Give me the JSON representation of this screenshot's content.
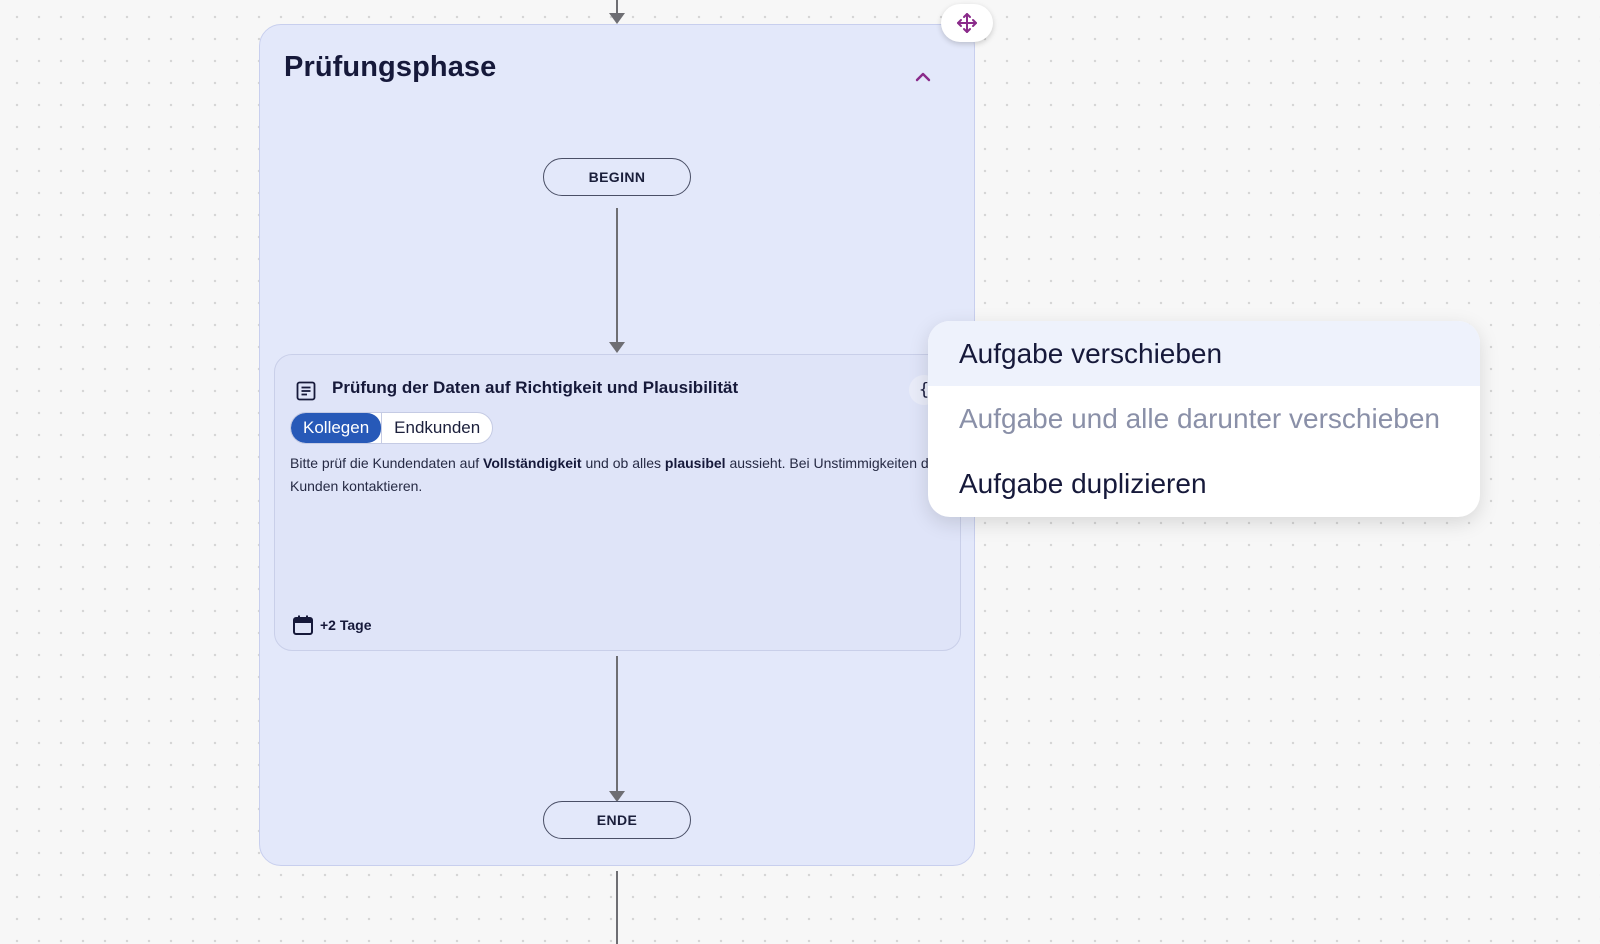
{
  "phase": {
    "title": "Prüfungsphase",
    "collapse_icon": "chevron-up-icon",
    "move_icon": "move-arrows-icon",
    "accent_color": "#8a2a8a"
  },
  "flow": {
    "start_label": "BEGINN",
    "end_label": "ENDE"
  },
  "task": {
    "icon": "document-lines-icon",
    "title": "Prüfung der Daten auf Richtigkeit und Plausibilität",
    "side_icon": "curly-brace-icon",
    "side_icon_text": "{",
    "assignees": [
      {
        "label": "Kollegen",
        "active": true
      },
      {
        "label": "Endkunden",
        "active": false
      }
    ],
    "assignee_active_color": "#2759b8",
    "description": {
      "part1": "Bitte prüf die Kundendaten auf ",
      "bold1": "Vollständigkeit",
      "part2": " und ob alles ",
      "bold2": "plausibel",
      "part3": " aussieht. Bei Unstimmigkeiten den Kunden kontaktieren."
    },
    "due_icon": "calendar-icon",
    "due_label": "+2 Tage"
  },
  "context_menu": {
    "items": [
      {
        "label": "Aufgabe verschieben",
        "state": "highlighted"
      },
      {
        "label": "Aufgabe und alle darunter verschieben",
        "state": "disabled"
      },
      {
        "label": "Aufgabe duplizieren",
        "state": "normal"
      }
    ]
  }
}
